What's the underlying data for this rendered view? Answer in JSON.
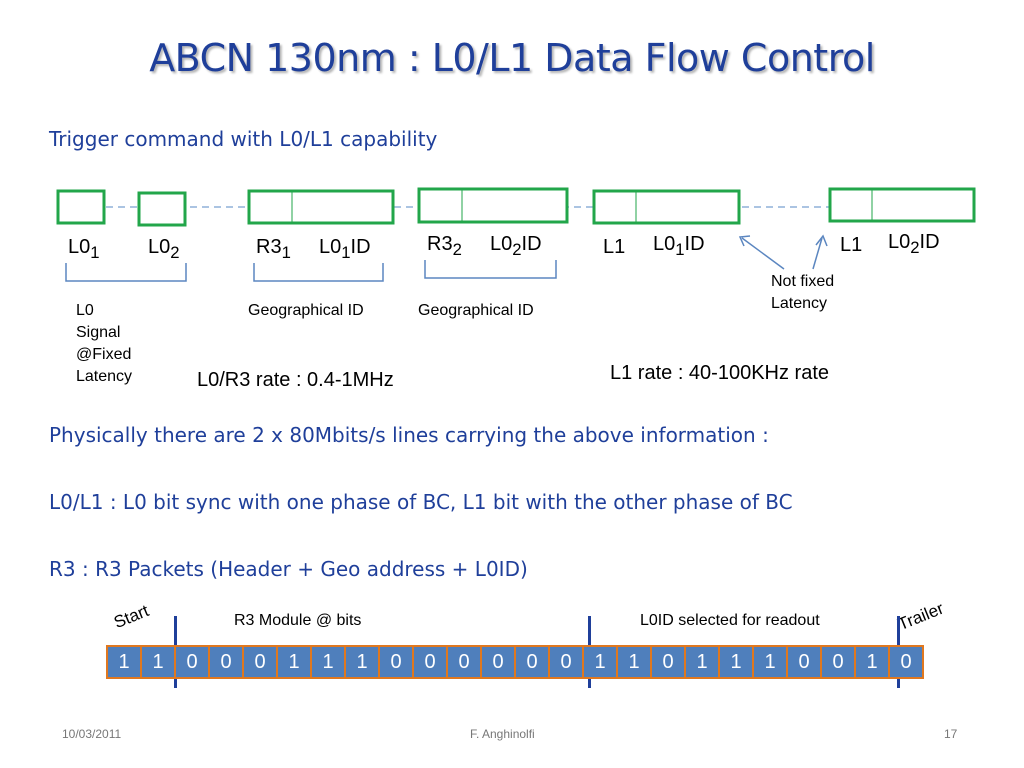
{
  "slide": {
    "title": "ABCN 130nm : L0/L1 Data Flow Control",
    "subtitle": "Trigger command with L0/L1 capability",
    "line_text": "Physically there are 2 x 80Mbits/s lines carrying the above information :",
    "l0l1_text": "L0/L1 :  L0 bit sync with one phase of BC, L1 bit with the other phase of BC",
    "r3_text": "R3 : R3 Packets (Header + Geo address + L0ID)"
  },
  "packets": {
    "l0_1": {
      "base": "L0",
      "sub": "1"
    },
    "l0_2": {
      "base": "L0",
      "sub": "2"
    },
    "r3_1": {
      "base": "R3",
      "sub": "1"
    },
    "r3_1_id": {
      "base": "L0",
      "sub": "1",
      "suffix": "ID"
    },
    "r3_2": {
      "base": "R3",
      "sub": "2"
    },
    "r3_2_id": {
      "base": "L0",
      "sub": "2",
      "suffix": "ID"
    },
    "l1_a": "L1",
    "l1_a_id": {
      "base": "L0",
      "sub": "1",
      "suffix": "ID"
    },
    "l1_b": "L1",
    "l1_b_id": {
      "base": "L0",
      "sub": "2",
      "suffix": "ID"
    }
  },
  "annotations": {
    "l0_signal": [
      "L0",
      "Signal",
      "@Fixed",
      "Latency"
    ],
    "geo_id_1": "Geographical ID",
    "geo_id_2": "Geographical ID",
    "not_fixed": [
      "Not fixed",
      "Latency"
    ],
    "l0r3_rate": "L0/R3 rate : 0.4-1MHz",
    "l1_rate": "L1 rate : 40-100KHz rate"
  },
  "bitfield": {
    "start_label": "Start",
    "trailer_label": "Trailer",
    "module_label": "R3 Module  @ bits",
    "l0id_label": "L0ID selected  for readout",
    "bits": [
      "1",
      "1",
      "0",
      "0",
      "0",
      "1",
      "1",
      "1",
      "0",
      "0",
      "0",
      "0",
      "0",
      "0",
      "1",
      "1",
      "0",
      "1",
      "1",
      "1",
      "0",
      "0",
      "1",
      "0"
    ]
  },
  "colors": {
    "title": "#1f3f9a",
    "packet_border": "#22a64a",
    "dashed_line": "#8fb0d8",
    "bit_fill": "#4f7fbc",
    "bit_border": "#e0781f",
    "arrow": "#5b86c0"
  },
  "footer": {
    "date": "10/03/2011",
    "author": "F. Anghinolfi",
    "page": "17"
  }
}
